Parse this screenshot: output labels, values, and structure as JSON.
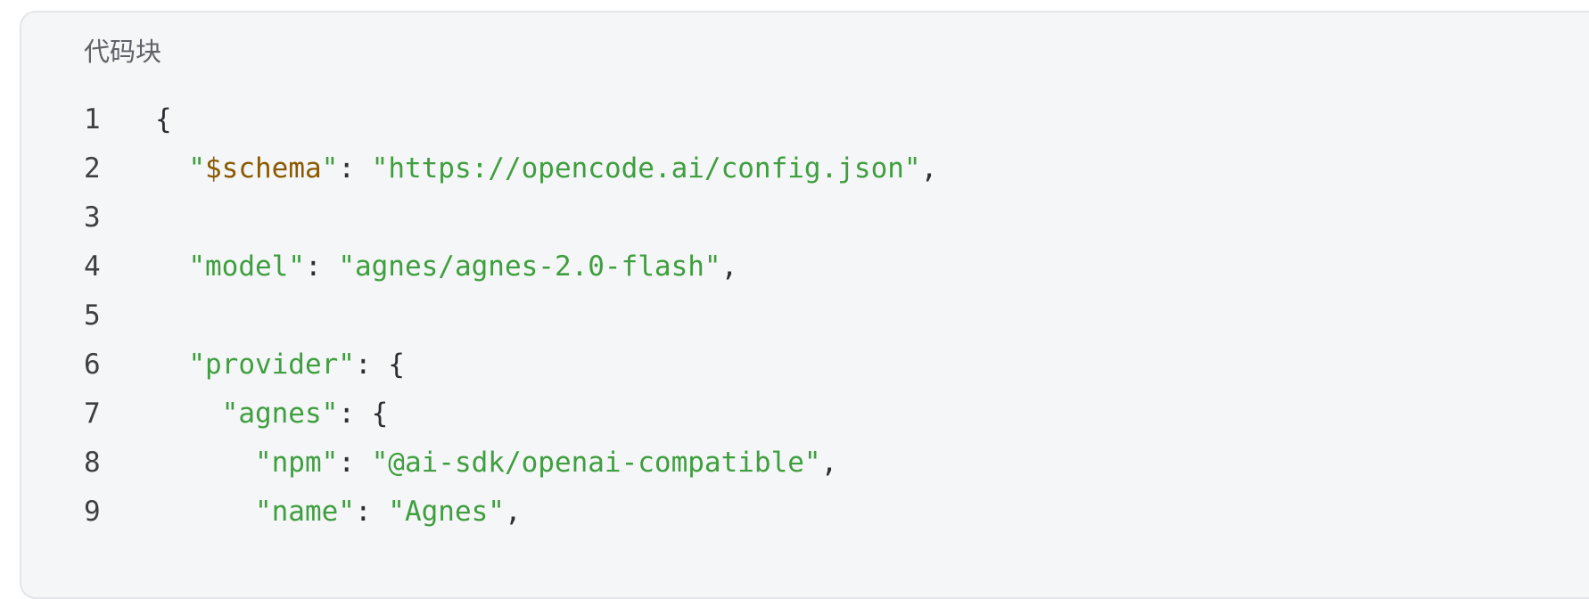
{
  "code_block": {
    "title": "代码块",
    "lines": [
      {
        "number": "1",
        "indent": "",
        "parts": [
          {
            "t": "{",
            "k": "punc"
          }
        ]
      },
      {
        "number": "2",
        "indent": "  ",
        "parts": [
          {
            "t": "\"",
            "k": "key"
          },
          {
            "t": "$schema",
            "k": "key-special"
          },
          {
            "t": "\"",
            "k": "key"
          },
          {
            "t": ": ",
            "k": "punc"
          },
          {
            "t": "\"https://opencode.ai/config.json\"",
            "k": "str"
          },
          {
            "t": ",",
            "k": "punc"
          }
        ]
      },
      {
        "number": "3",
        "indent": "",
        "parts": []
      },
      {
        "number": "4",
        "indent": "  ",
        "parts": [
          {
            "t": "\"model\"",
            "k": "key"
          },
          {
            "t": ": ",
            "k": "punc"
          },
          {
            "t": "\"agnes/agnes-2.0-flash\"",
            "k": "str"
          },
          {
            "t": ",",
            "k": "punc"
          }
        ]
      },
      {
        "number": "5",
        "indent": "",
        "parts": []
      },
      {
        "number": "6",
        "indent": "  ",
        "parts": [
          {
            "t": "\"provider\"",
            "k": "key"
          },
          {
            "t": ": {",
            "k": "punc"
          }
        ]
      },
      {
        "number": "7",
        "indent": "    ",
        "parts": [
          {
            "t": "\"agnes\"",
            "k": "key"
          },
          {
            "t": ": {",
            "k": "punc"
          }
        ]
      },
      {
        "number": "8",
        "indent": "      ",
        "parts": [
          {
            "t": "\"npm\"",
            "k": "key"
          },
          {
            "t": ": ",
            "k": "punc"
          },
          {
            "t": "\"@ai-sdk/openai-compatible\"",
            "k": "str"
          },
          {
            "t": ",",
            "k": "punc"
          }
        ]
      },
      {
        "number": "9",
        "indent": "      ",
        "parts": [
          {
            "t": "\"name\"",
            "k": "key"
          },
          {
            "t": ": ",
            "k": "punc"
          },
          {
            "t": "\"Agnes\"",
            "k": "str"
          },
          {
            "t": ",",
            "k": "punc"
          }
        ]
      }
    ]
  }
}
